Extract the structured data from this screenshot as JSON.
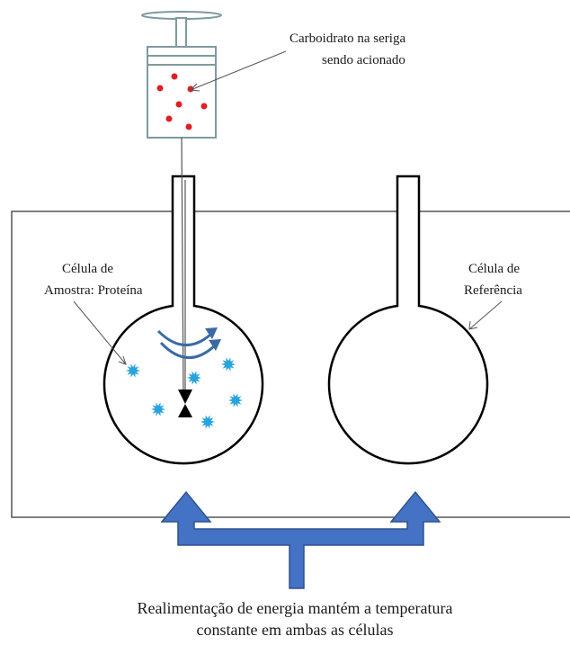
{
  "labels": {
    "syringe_line1": "Carboidrato na seriga",
    "syringe_line2": "sendo acionado",
    "sample_line1": "Célula de",
    "sample_line2": "Amostra: Proteína",
    "reference_line1": "Célula de",
    "reference_line2": "Referência",
    "caption_line1": "Realimentação de energia mantém a temperatura",
    "caption_line2": "constante em ambas as células"
  },
  "colors": {
    "outline": "#000000",
    "housing": "#555555",
    "syringe_frame": "#7f9a9f",
    "carbohydrate_dot": "#e01f25",
    "protein": "#29a3dc",
    "stir_arrow": "#3a6aa6",
    "feedback_arrow": "#4472c4",
    "feedback_arrow_edge": "#2f528f"
  },
  "icons": {
    "protein": "spiky-blob-icon",
    "carbohydrate": "red-dot-icon",
    "stirrer": "hourglass-stirrer-icon"
  }
}
